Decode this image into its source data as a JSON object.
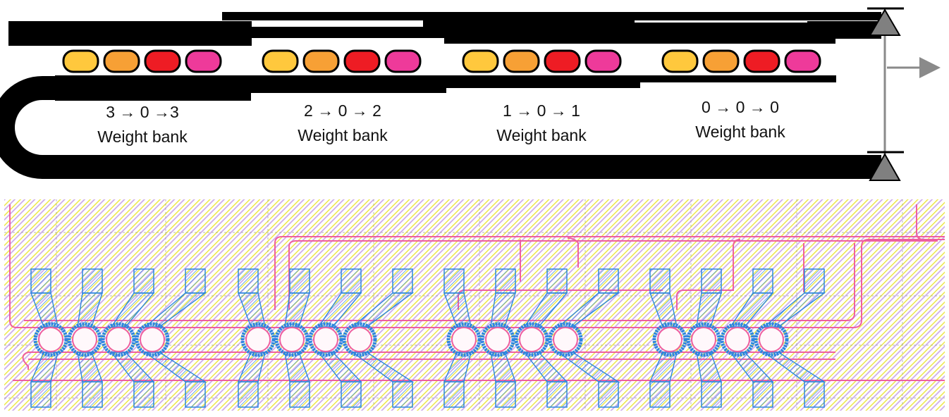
{
  "schematic": {
    "banks": [
      {
        "mapping": "3 → 0 →3",
        "label": "Weight bank"
      },
      {
        "mapping": "2 → 0 → 2",
        "label": "Weight bank"
      },
      {
        "mapping": "1 → 0 → 1",
        "label": "Weight bank"
      },
      {
        "mapping": "0 → 0 → 0",
        "label": "Weight bank"
      }
    ],
    "ring_colors": [
      "#FFC83D",
      "#F7A035",
      "#EE1C24",
      "#EE3A9A"
    ],
    "waveguide_color": "#000000",
    "detector_color": "#808080",
    "output_arrow_color": "#8a8a8a"
  },
  "layout_view": {
    "background_hatch_colors": [
      "#F5F050",
      "#C89BE6"
    ],
    "waveguide_color": "#EE5FA0",
    "heater_color": "#2E86DE",
    "ring_groups": 4,
    "rings_per_group": 4
  }
}
